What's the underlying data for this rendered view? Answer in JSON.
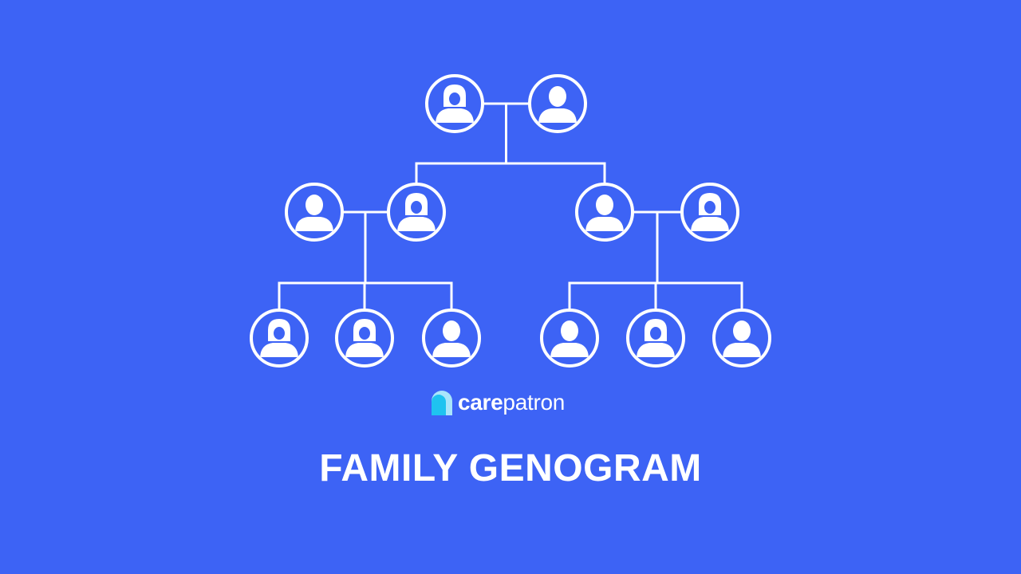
{
  "background_color": "#3d63f5",
  "foreground_color": "#ffffff",
  "brand": {
    "name_bold": "care",
    "name_light": "patron",
    "logo_icon": "carepatron-logo-icon",
    "logo_colors": [
      "#1fc3f0",
      "#a9e5fb"
    ]
  },
  "title": "FAMILY GENOGRAM",
  "people": [
    {
      "id": "p1",
      "generation": 1,
      "gender": "female"
    },
    {
      "id": "p2",
      "generation": 1,
      "gender": "male"
    },
    {
      "id": "p3",
      "generation": 2,
      "gender": "male"
    },
    {
      "id": "p4",
      "generation": 2,
      "gender": "female"
    },
    {
      "id": "p5",
      "generation": 2,
      "gender": "male"
    },
    {
      "id": "p6",
      "generation": 2,
      "gender": "female"
    },
    {
      "id": "p7",
      "generation": 3,
      "gender": "female"
    },
    {
      "id": "p8",
      "generation": 3,
      "gender": "female"
    },
    {
      "id": "p9",
      "generation": 3,
      "gender": "male"
    },
    {
      "id": "p10",
      "generation": 3,
      "gender": "male"
    },
    {
      "id": "p11",
      "generation": 3,
      "gender": "female"
    },
    {
      "id": "p12",
      "generation": 3,
      "gender": "male"
    }
  ],
  "couples": [
    {
      "id": "c1",
      "partners": [
        "p1",
        "p2"
      ],
      "children": [
        "p4",
        "p5"
      ]
    },
    {
      "id": "c2",
      "partners": [
        "p3",
        "p4"
      ],
      "children": [
        "p7",
        "p8",
        "p9"
      ]
    },
    {
      "id": "c3",
      "partners": [
        "p5",
        "p6"
      ],
      "children": [
        "p10",
        "p11",
        "p12"
      ]
    }
  ]
}
